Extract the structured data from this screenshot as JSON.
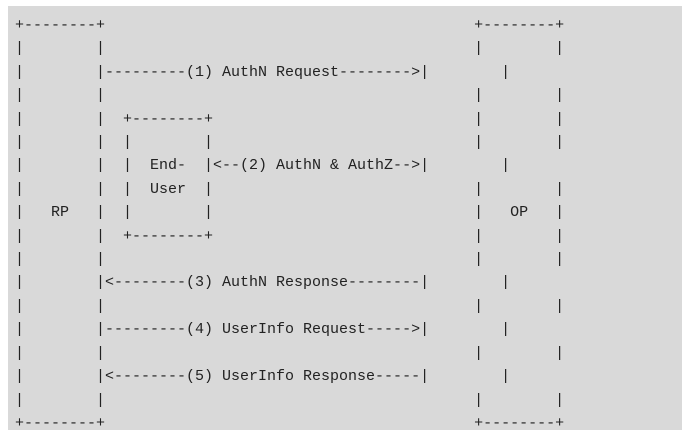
{
  "diagram": {
    "title": "",
    "nodes": {
      "rp": "RP",
      "op": "OP",
      "end_user": "End-\nUser"
    },
    "messages": [
      {
        "label": "(1) AuthN Request",
        "from": "RP",
        "to": "OP"
      },
      {
        "label": "(2) AuthN & AuthZ",
        "from": "OP",
        "to": "End-User"
      },
      {
        "label": "(3) AuthN Response",
        "from": "OP",
        "to": "RP"
      },
      {
        "label": "(4) UserInfo Request",
        "from": "RP",
        "to": "OP"
      },
      {
        "label": "(5) UserInfo Response",
        "from": "OP",
        "to": "RP"
      }
    ],
    "ascii_art": "+--------+                                         +--------+\n|        |                                         |        |\n|        |---------(1) AuthN Request-------->|        |\n|        |                                         |        |\n|        |  +--------+                             |        |\n|        |  |        |                             |        |\n|        |  |  End-  |<--(2) AuthN & AuthZ-->|        |\n|        |  |  User  |                             |        |\n|   RP   |  |        |                             |   OP   |\n|        |  +--------+                             |        |\n|        |                                         |        |\n|        |<--------(3) AuthN Response--------|        |\n|        |                                         |        |\n|        |---------(4) UserInfo Request----->|        |\n|        |                                         |        |\n|        |<--------(5) UserInfo Response-----|        |\n|        |                                         |        |\n+--------+                                         +--------+"
  }
}
